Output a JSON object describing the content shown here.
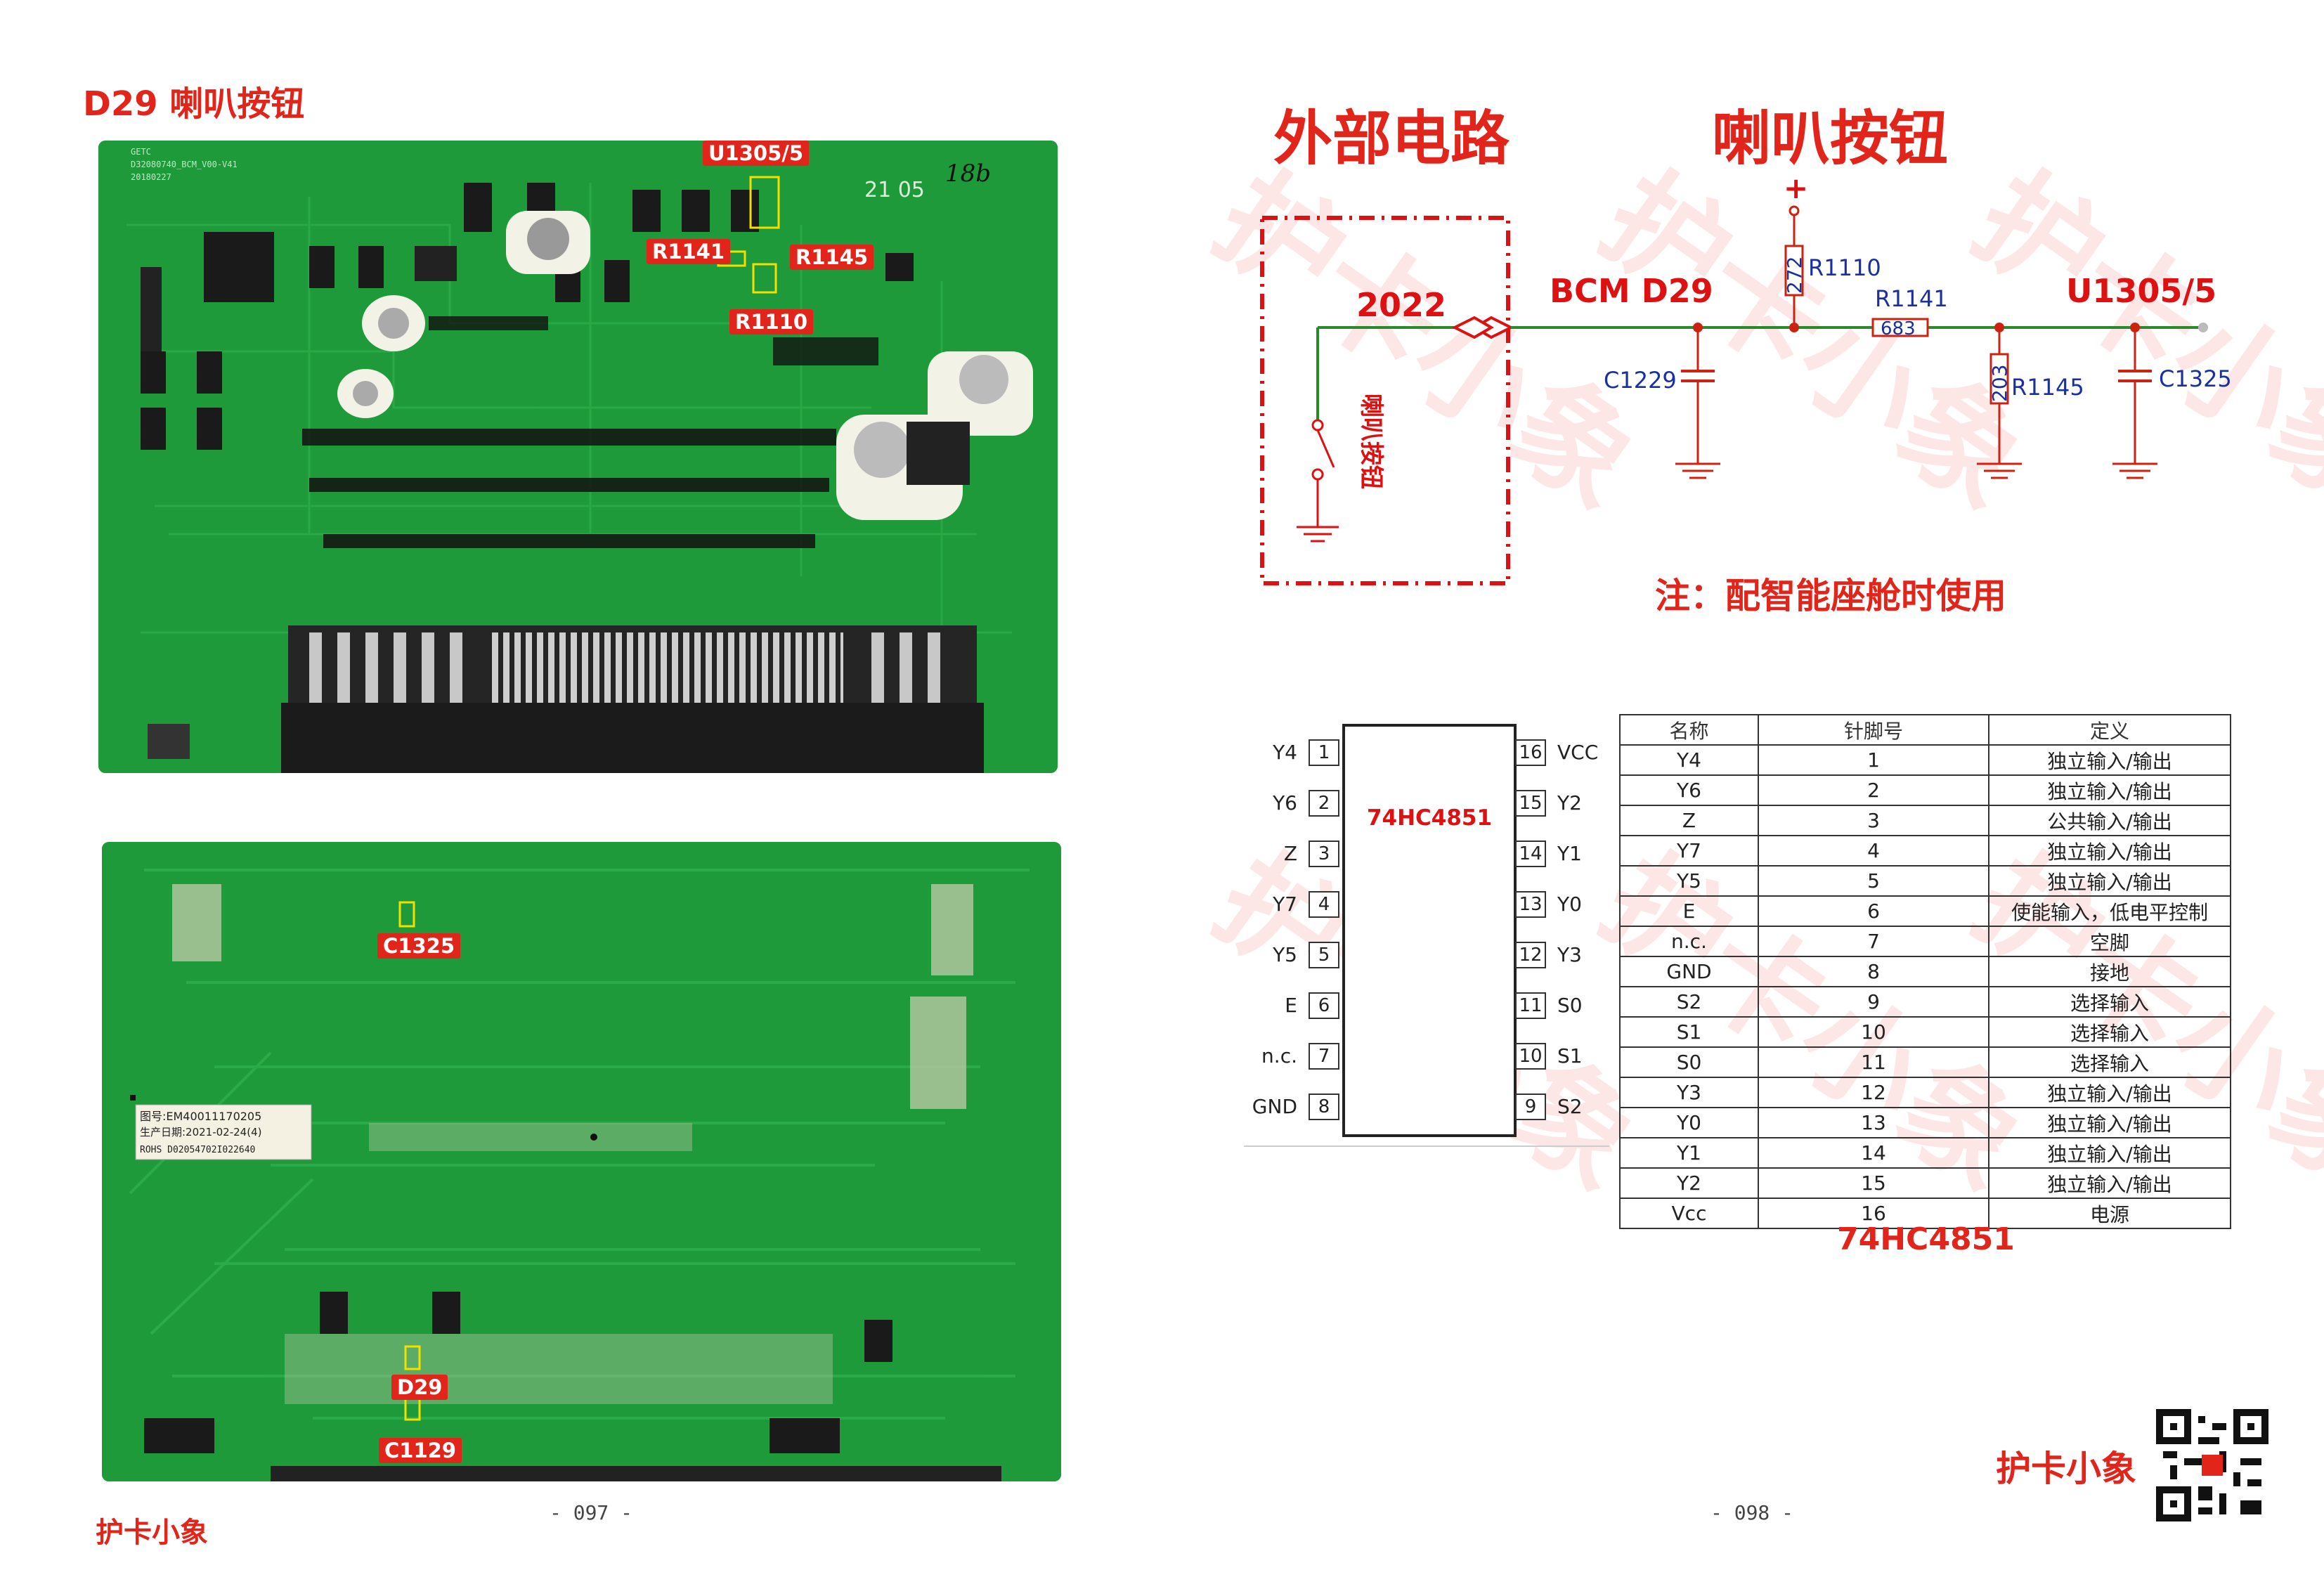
{
  "left_page": {
    "title": "D29 喇叭按钮",
    "top_board": {
      "silk_codes": [
        "GETC",
        "D32080740_BCM_V00-V41",
        "20180227",
        "21 05",
        "18b"
      ],
      "labels": [
        "U1305/5",
        "R1141",
        "R1145",
        "R1110"
      ]
    },
    "bottom_board": {
      "labels": [
        "C1325",
        "D29",
        "C1129"
      ],
      "sticker": {
        "line1": "图号:EM40011170205",
        "line2": "生产日期:2021-02-24(4)",
        "line3": "ROHS D02054702I022640"
      }
    },
    "page_number": "- 097 -",
    "brand": "护卡小象"
  },
  "right_page": {
    "heading_external": "外部电路",
    "heading_horn": "喇叭按钮",
    "schematic": {
      "connector_pin": "2022",
      "switch_label": "喇叭按钮",
      "bcm_label": "BCM D29",
      "u_label": "U1305/5",
      "supply_symbol": "+",
      "components": [
        {
          "ref": "R1110",
          "value": "272"
        },
        {
          "ref": "R1141",
          "value": "683"
        },
        {
          "ref": "R1145",
          "value": "203"
        },
        {
          "ref": "C1229",
          "value": ""
        },
        {
          "ref": "C1325",
          "value": ""
        }
      ]
    },
    "note": "注：配智能座舱时使用",
    "ic": {
      "name": "74HC4851",
      "left_pins": [
        {
          "num": "1",
          "name": "Y4"
        },
        {
          "num": "2",
          "name": "Y6"
        },
        {
          "num": "3",
          "name": "Z"
        },
        {
          "num": "4",
          "name": "Y7"
        },
        {
          "num": "5",
          "name": "Y5"
        },
        {
          "num": "6",
          "name": "E"
        },
        {
          "num": "7",
          "name": "n.c."
        },
        {
          "num": "8",
          "name": "GND"
        }
      ],
      "right_pins": [
        {
          "num": "16",
          "name": "VCC"
        },
        {
          "num": "15",
          "name": "Y2"
        },
        {
          "num": "14",
          "name": "Y1"
        },
        {
          "num": "13",
          "name": "Y0"
        },
        {
          "num": "12",
          "name": "Y3"
        },
        {
          "num": "11",
          "name": "S0"
        },
        {
          "num": "10",
          "name": "S1"
        },
        {
          "num": "9",
          "name": "S2"
        }
      ]
    },
    "pin_table": {
      "headers": [
        "名称",
        "针脚号",
        "定义"
      ],
      "rows": [
        [
          "Y4",
          "1",
          "独立输入/输出"
        ],
        [
          "Y6",
          "2",
          "独立输入/输出"
        ],
        [
          "Z",
          "3",
          "公共输入/输出"
        ],
        [
          "Y7",
          "4",
          "独立输入/输出"
        ],
        [
          "Y5",
          "5",
          "独立输入/输出"
        ],
        [
          "E",
          "6",
          "使能输入，低电平控制"
        ],
        [
          "n.c.",
          "7",
          "空脚"
        ],
        [
          "GND",
          "8",
          "接地"
        ],
        [
          "S2",
          "9",
          "选择输入"
        ],
        [
          "S1",
          "10",
          "选择输入"
        ],
        [
          "S0",
          "11",
          "选择输入"
        ],
        [
          "Y3",
          "12",
          "独立输入/输出"
        ],
        [
          "Y0",
          "13",
          "独立输入/输出"
        ],
        [
          "Y1",
          "14",
          "独立输入/输出"
        ],
        [
          "Y2",
          "15",
          "独立输入/输出"
        ],
        [
          "Vcc",
          "16",
          "电源"
        ]
      ],
      "caption": "74HC4851"
    },
    "page_number": "- 098 -",
    "brand": "护卡小象",
    "watermark": "护卡小象",
    "colors": {
      "accent": "#e1251b",
      "pcb_green": "#1f9a3a",
      "schematic_blue": "#1a2fa0"
    }
  }
}
